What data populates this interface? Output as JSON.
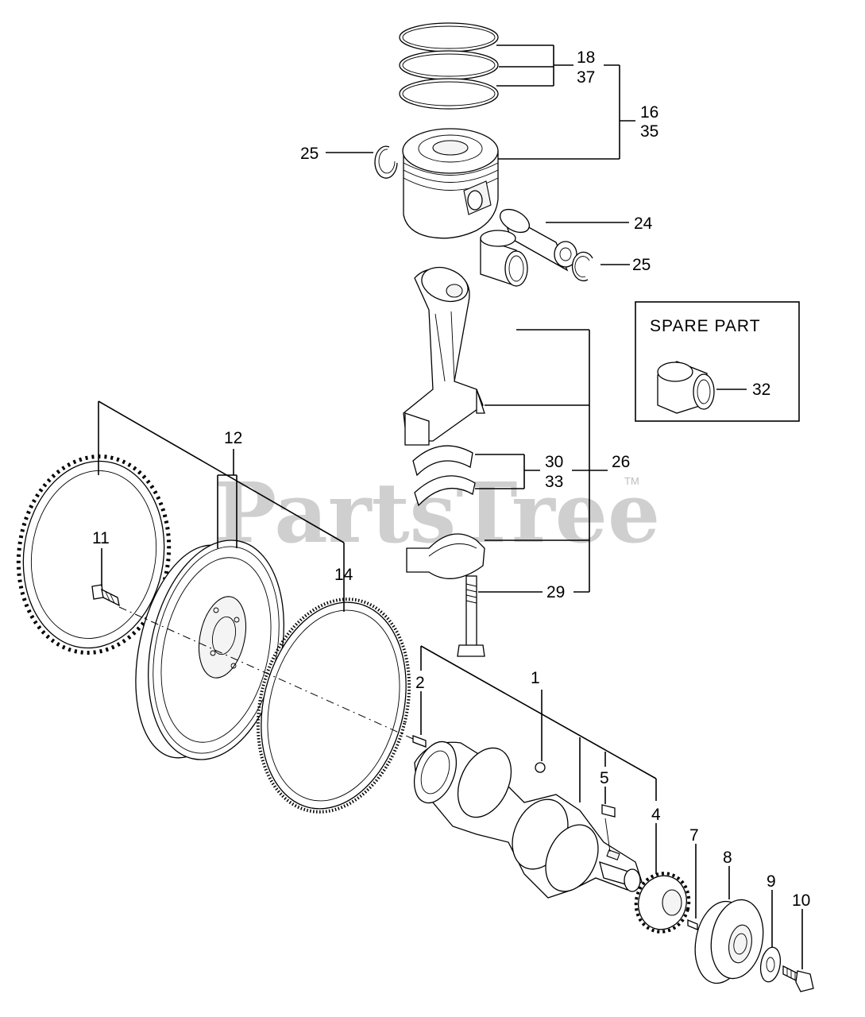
{
  "watermark": {
    "text": "PartsTree",
    "trademark": "TM"
  },
  "spare_part_box": {
    "title": "SPARE  PART",
    "callout": "32"
  },
  "callouts": {
    "c18": "18",
    "c37": "37",
    "c16": "16",
    "c35": "35",
    "c25a": "25",
    "c24": "24",
    "c25b": "25",
    "c26": "26",
    "c30": "30",
    "c33": "33",
    "c29": "29",
    "c12": "12",
    "c11": "11",
    "c14": "14",
    "c2": "2",
    "c1": "1",
    "c5": "5",
    "c4": "4",
    "c7": "7",
    "c8": "8",
    "c9": "9",
    "c10": "10"
  }
}
